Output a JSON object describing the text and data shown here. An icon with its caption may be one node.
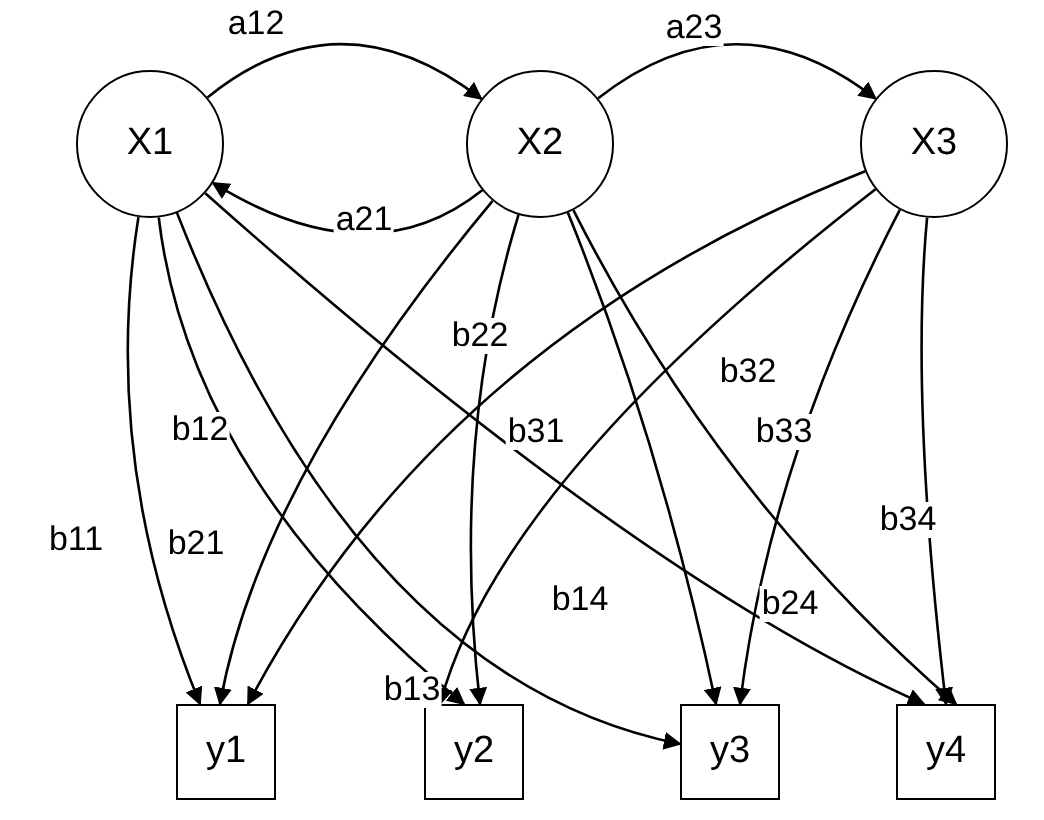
{
  "diagram": {
    "nodes": [
      {
        "text": [
          "X1"
        ]
      },
      {
        "text": [
          "X2"
        ]
      },
      {
        "text": [
          "X3"
        ]
      },
      {
        "text": [
          "y1"
        ]
      },
      {
        "text": [
          "y2"
        ]
      },
      {
        "text": [
          "y3"
        ]
      },
      {
        "text": [
          "y4"
        ]
      }
    ],
    "edges": [
      {
        "from": 0,
        "to": 1,
        "arrow": "to",
        "label": "a12"
      },
      {
        "from": 1,
        "to": 0,
        "arrow": "to",
        "label": "a21"
      },
      {
        "from": 1,
        "to": 2,
        "arrow": "to",
        "label": "a23"
      },
      {
        "from": 0,
        "to": 3,
        "arrow": "to",
        "label": "b11"
      },
      {
        "from": 0,
        "to": 4,
        "arrow": "to",
        "label": "b12"
      },
      {
        "from": 0,
        "to": 5,
        "arrow": "to",
        "label": "b13"
      },
      {
        "from": 0,
        "to": 6,
        "arrow": "to",
        "label": "b14"
      },
      {
        "from": 1,
        "to": 3,
        "arrow": "to",
        "label": "b21"
      },
      {
        "from": 1,
        "to": 4,
        "arrow": "to",
        "label": "b22"
      },
      {
        "from": 1,
        "to": 5,
        "arrow": "to"
      },
      {
        "from": 1,
        "to": 6,
        "arrow": "to",
        "label": "b24"
      },
      {
        "from": 2,
        "to": 3,
        "arrow": "to",
        "label": "b31"
      },
      {
        "from": 2,
        "to": 4,
        "arrow": "to",
        "label": "b32"
      },
      {
        "from": 2,
        "to": 5,
        "arrow": "to",
        "label": "b33"
      },
      {
        "from": 2,
        "to": 6,
        "arrow": "to",
        "label": "b34"
      }
    ]
  }
}
